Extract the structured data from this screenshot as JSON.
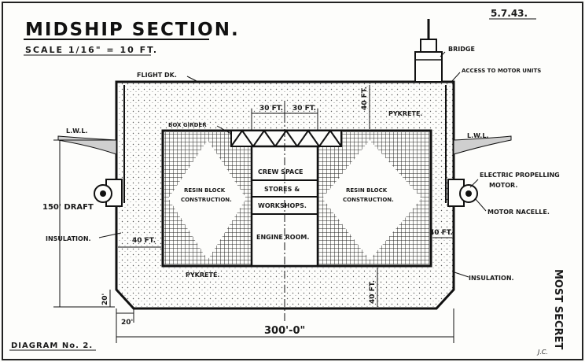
{
  "title": "MIDSHIP SECTION.",
  "scale": "SCALE 1/16\" = 10 FT.",
  "date": "5.7.43.",
  "diagram_no": "DIAGRAM  No. 2.",
  "classification": "MOST SECRET",
  "initials": "J.C.",
  "labels": {
    "flight_deck": "FLIGHT DK.",
    "bridge": "BRIDGE",
    "access": "ACCESS TO MOTOR UNITS",
    "pykrete_top": "PYKRETE.",
    "pykrete_bottom": "PYKRETE.",
    "box_girder": "BOX GIRDER",
    "lwl_left": "L.W.L.",
    "lwl_right": "L.W.L.",
    "dim_30_a": "30 FT.",
    "dim_30_b": "30 FT.",
    "dim_40_top": "40 FT.",
    "dim_40_left": "40 FT.",
    "dim_40_right": "40 FT.",
    "dim_40_bottom": "40 FT.",
    "dim_20_side": "20'",
    "dim_20_bottom": "20'",
    "draft": "150' DRAFT",
    "beam": "300'-0\"",
    "insulation_left": "INSULATION.",
    "insulation_right": "INSULATION.",
    "electric_line1": "ELECTRIC PROPELLING",
    "electric_line2": "MOTOR.",
    "motor_nacelle": "MOTOR NACELLE.",
    "resin_left_1": "RESIN BLOCK",
    "resin_left_2": "CONSTRUCTION.",
    "resin_right_1": "RESIN BLOCK",
    "resin_right_2": "CONSTRUCTION.",
    "crew_space": "CREW  SPACE",
    "stores": "STORES  &",
    "workshops": "WORKSHOPS.",
    "engine_room": "ENGINE  ROOM."
  }
}
